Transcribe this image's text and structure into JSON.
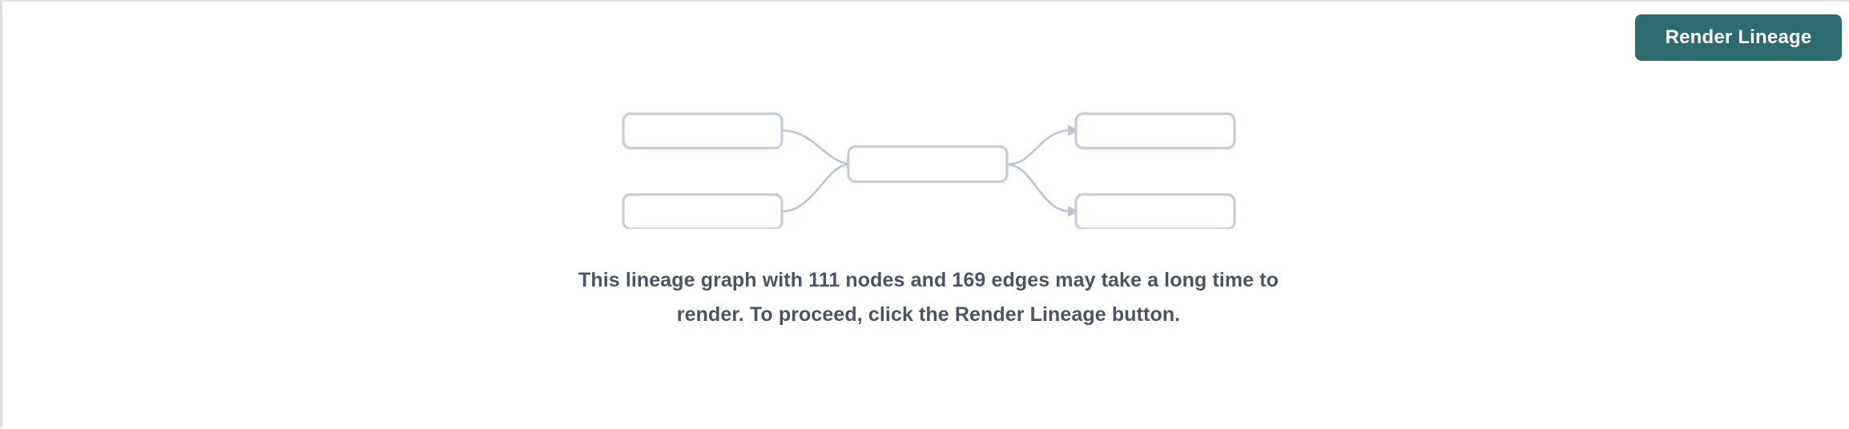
{
  "panel": {
    "background": "#ffffff",
    "border_color": "#dcdfe4"
  },
  "toolbar": {
    "render_button_label": "Render Lineage",
    "render_button_color": "#2d6b6d",
    "render_button_text_color": "#ffffff"
  },
  "empty_state": {
    "message": "This lineage graph with 111 nodes and 169 edges may take a long time to render. To proceed, click the Render Lineage button.",
    "message_color": "#4a5468",
    "node_count": 111,
    "edge_count": 169,
    "illustration": {
      "node_border_color": "#c5cdd8",
      "edge_color": "#bcc5d1",
      "nodes": [
        {
          "id": "upstream-1",
          "label": ""
        },
        {
          "id": "upstream-2",
          "label": ""
        },
        {
          "id": "center",
          "label": ""
        },
        {
          "id": "downstream-1",
          "label": ""
        },
        {
          "id": "downstream-2",
          "label": ""
        }
      ],
      "edges": [
        {
          "from": "upstream-1",
          "to": "center"
        },
        {
          "from": "upstream-2",
          "to": "center"
        },
        {
          "from": "center",
          "to": "downstream-1"
        },
        {
          "from": "center",
          "to": "downstream-2"
        }
      ]
    }
  }
}
